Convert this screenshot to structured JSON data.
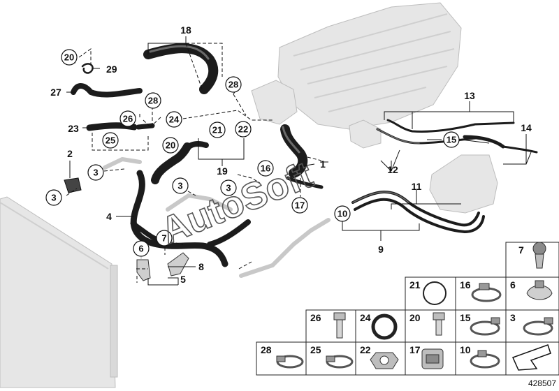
{
  "diagram": {
    "callouts": [
      "20",
      "29",
      "18",
      "27",
      "28",
      "28",
      "26",
      "24",
      "23",
      "25",
      "21",
      "22",
      "20",
      "19",
      "2",
      "3",
      "3",
      "16",
      "1",
      "3",
      "3",
      "17",
      "12",
      "13",
      "15",
      "14",
      "11",
      "10",
      "4",
      "9",
      "6",
      "7",
      "8",
      "5"
    ],
    "grid_cells": [
      "7",
      "21",
      "16",
      "6",
      "26",
      "24",
      "20",
      "15",
      "3",
      "28",
      "25",
      "22",
      "17",
      "10"
    ],
    "watermark": "AutoSoft",
    "document_number": "428507"
  }
}
